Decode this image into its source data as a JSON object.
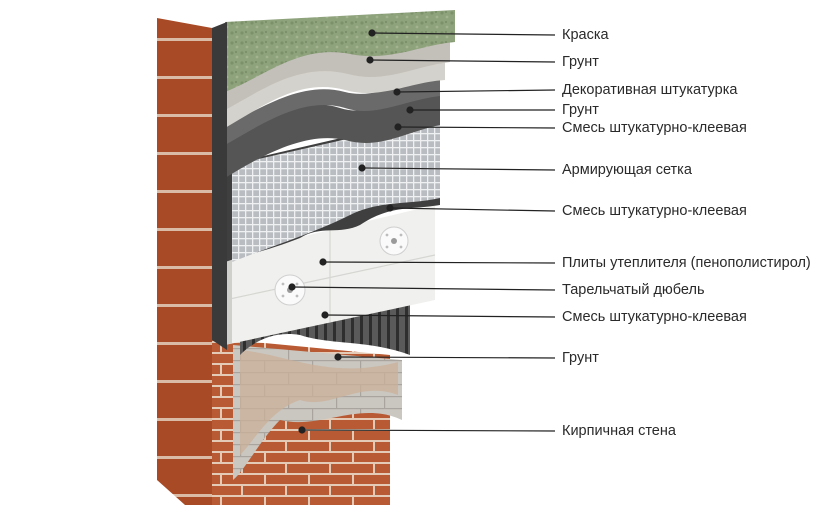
{
  "diagram": {
    "layers": [
      {
        "id": "paint",
        "label": "Краска"
      },
      {
        "id": "primer-top",
        "label": "Грунт"
      },
      {
        "id": "decorative-plaster",
        "label": "Декоративная штукатурка"
      },
      {
        "id": "primer-mid",
        "label": "Грунт"
      },
      {
        "id": "adhesive-mix-top",
        "label": "Смесь штукатурно-клеевая"
      },
      {
        "id": "reinforcing-mesh",
        "label": "Армирующая сетка"
      },
      {
        "id": "adhesive-mix-mid",
        "label": "Смесь штукатурно-клеевая"
      },
      {
        "id": "insulation-boards",
        "label": "Плиты утеплителя (пенополистирол)"
      },
      {
        "id": "plate-dowel",
        "label": "Тарельчатый дюбель"
      },
      {
        "id": "adhesive-mix-bottom",
        "label": "Смесь штукатурно-клеевая"
      },
      {
        "id": "primer-bottom",
        "label": "Грунт"
      },
      {
        "id": "brick-wall",
        "label": "Кирпичная стена"
      }
    ],
    "colors": {
      "brick": "#b4542e",
      "brick_dark": "#8a3a1c",
      "mortar": "#d8c2b0",
      "paint_green": "#8ea27b",
      "primer_light": "#d9d7d2",
      "plaster_dark": "#4a4a4a",
      "mesh": "#cfd1d4",
      "insulation": "#ececea",
      "leader_line": "#222222"
    }
  }
}
